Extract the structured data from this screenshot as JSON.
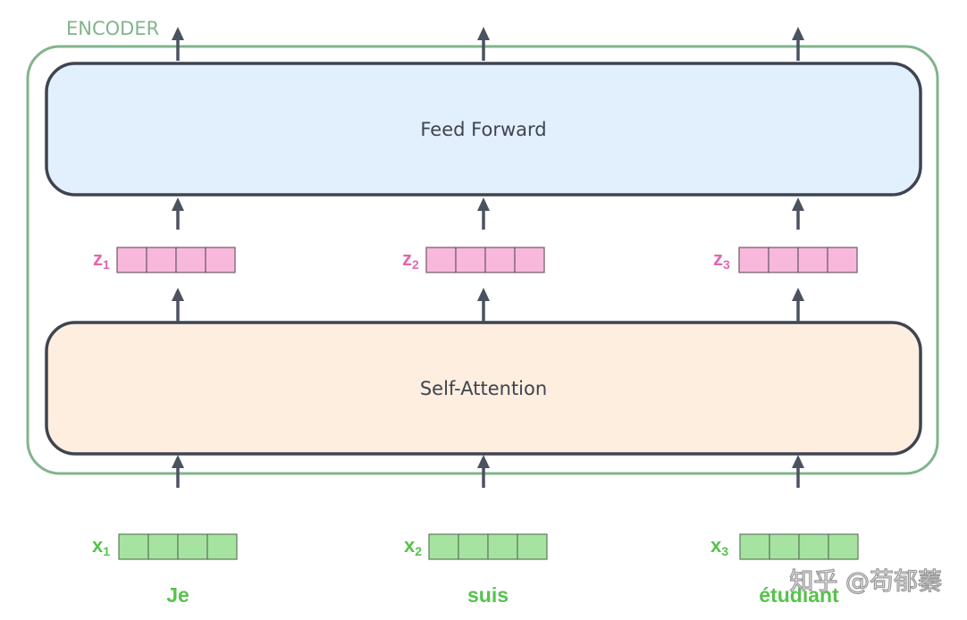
{
  "encoder": {
    "label": "ENCODER"
  },
  "feed_forward": {
    "label": "Feed Forward"
  },
  "self_attention": {
    "label": "Self-Attention"
  },
  "columns": [
    {
      "z_base": "z",
      "z_sub": "1",
      "x_base": "x",
      "x_sub": "1",
      "word": "Je"
    },
    {
      "z_base": "z",
      "z_sub": "2",
      "x_base": "x",
      "x_sub": "2",
      "word": "suis"
    },
    {
      "z_base": "z",
      "z_sub": "3",
      "x_base": "x",
      "x_sub": "3",
      "word": "étudiant"
    }
  ],
  "vector_cells": 4,
  "colors": {
    "encoder_frame": "#82b48c",
    "feed_forward_fill": "#e2f0fd",
    "self_attention_fill": "#fdeedf",
    "z_vector": "#f8b8dc",
    "x_vector": "#a6e3a0",
    "z_label": "#e466ae",
    "x_label": "#56c34c"
  },
  "watermark": {
    "text": "知乎 @苟郁蓁"
  }
}
